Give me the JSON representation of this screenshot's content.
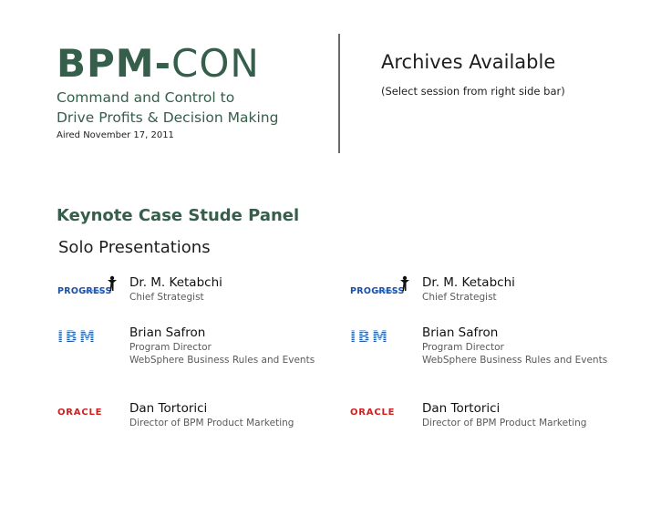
{
  "header": {
    "logo_bold": "BPM-",
    "logo_light": "CON",
    "tagline_line1": "Command and Control to",
    "tagline_line2": "Drive Profits & Decision Making",
    "aired": "Aired November 17, 2011",
    "archives_title": "Archives Available",
    "archives_note": "(Select session from right side bar)"
  },
  "section": {
    "keynote": "Keynote Case Stude Panel",
    "subtitle": "Solo Presentations"
  },
  "logos": {
    "progress": "PROGRESS",
    "progress_sub": "software",
    "ibm": "IBM",
    "oracle": "ORACLE"
  },
  "speakers_left": [
    {
      "name": "Dr. M. Ketabchi",
      "title1": "Chief Strategist",
      "title2": ""
    },
    {
      "name": "Brian Safron",
      "title1": "Program Director",
      "title2": "WebSphere Business Rules and Events"
    },
    {
      "name": "Dan Tortorici",
      "title1": "Director of BPM Product Marketing",
      "title2": ""
    }
  ],
  "speakers_right": [
    {
      "name": "Dr. M. Ketabchi",
      "title1": "Chief Strategist",
      "title2": ""
    },
    {
      "name": "Brian Safron",
      "title1": "Program Director",
      "title2": "WebSphere Business Rules and Events"
    },
    {
      "name": "Dan Tortorici",
      "title1": "Director of BPM Product Marketing",
      "title2": ""
    }
  ],
  "colors": {
    "brand_green": "#355e4b",
    "ibm_blue": "#1f5aa8",
    "oracle_red": "#d21f1f",
    "progress_blue": "#1a4fa6"
  }
}
